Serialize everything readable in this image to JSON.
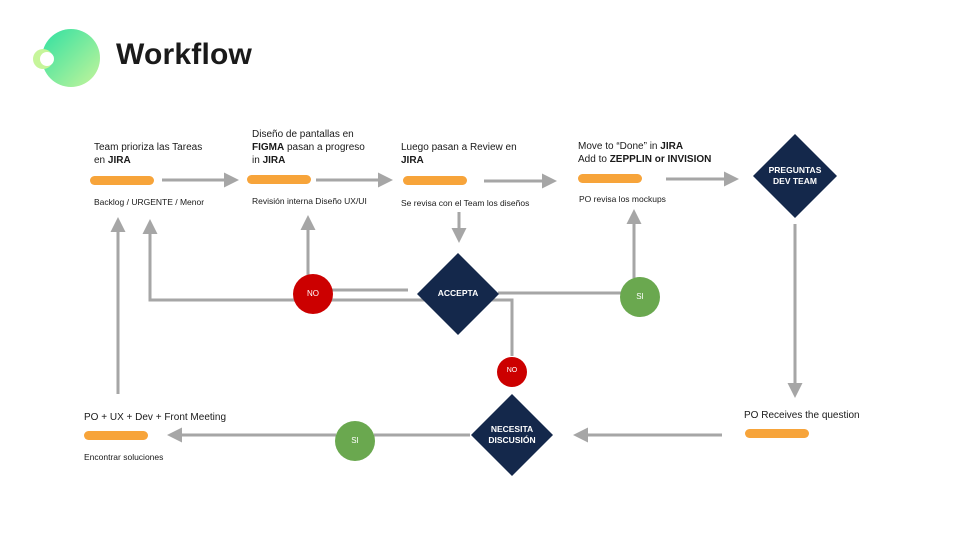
{
  "title": "Workflow",
  "steps": {
    "step1": {
      "text_pre": "Team prioriza las Tareas en ",
      "text_bold": "JIRA",
      "sub": "Backlog / URGENTE / Menor"
    },
    "step2": {
      "text_pre1": "Diseño de pantallas en ",
      "text_bold1": "FIGMA",
      "text_mid": " pasan a progreso in ",
      "text_bold2": "JIRA",
      "sub": "Revisión interna Diseño UX/UI"
    },
    "step3": {
      "text_pre": "Luego pasan a Review en ",
      "text_bold": "JIRA",
      "sub": "Se revisa con el Team los diseños"
    },
    "step4": {
      "line1_pre": "Move to “Done” in ",
      "line1_bold": "JIRA",
      "line2_pre": "Add to ",
      "line2_bold": "ZEPPLIN or INVISION",
      "sub": "PO  revisa los mockups"
    },
    "step5": {
      "text": "PO Receives the question"
    },
    "step6": {
      "text": "PO + UX + Dev + Front Meeting",
      "sub": "Encontrar soluciones"
    }
  },
  "diamonds": {
    "preguntas": "PREGUNTAS\nDEV TEAM",
    "acepta": "ACCEPTA",
    "necesita": "NECESITA\nDISCUSIÓN"
  },
  "decisions": {
    "no_large": "NO",
    "si_upper": "SI",
    "no_small": "NO",
    "si_lower": "SI"
  },
  "colors": {
    "bar": "#f7a43a",
    "diamond": "#14284b",
    "no": "#cc0000",
    "si": "#6aa84f",
    "connector": "#a6a6a6"
  }
}
